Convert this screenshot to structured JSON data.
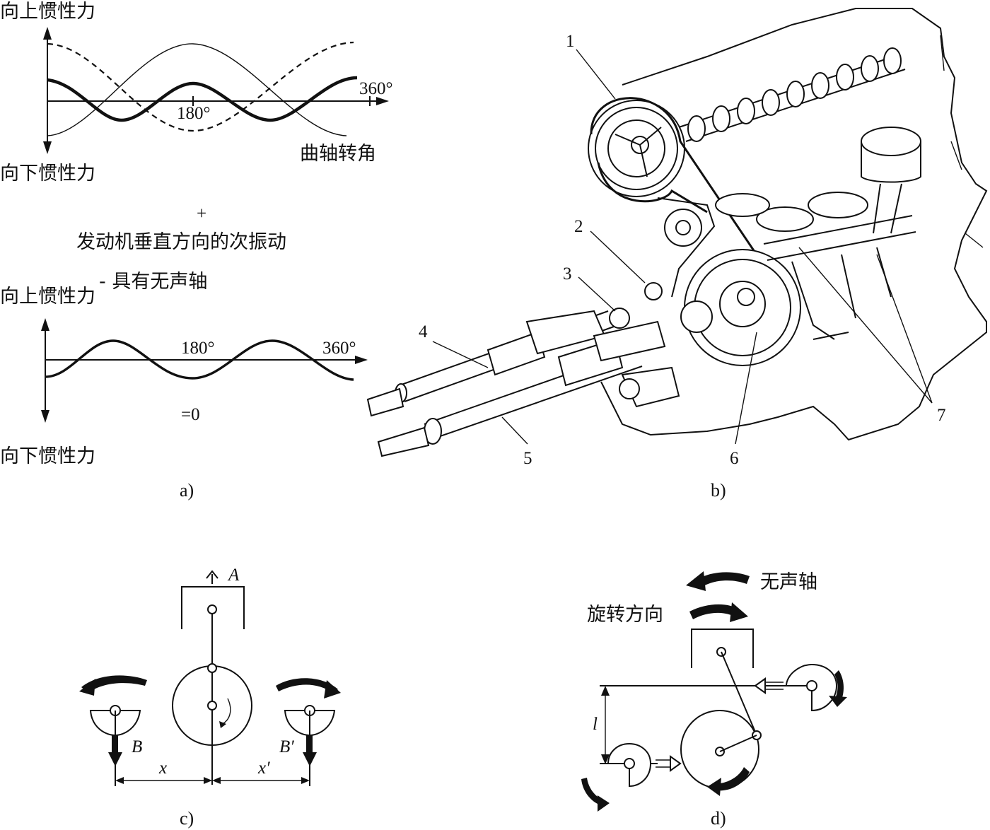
{
  "panel_a": {
    "label_up_1": "向上惯性力",
    "label_down_1": "向下惯性力",
    "tick_180_1": "180°",
    "tick_360_1": "360°",
    "crank_angle": "曲轴转角",
    "plus": "+",
    "secondary_vibration": "发动机垂直方向的次振动",
    "minus_silent_shaft": "- 具有无声轴",
    "label_up_2": "向上惯性力",
    "label_down_2": "向下惯性力",
    "tick_180_2": "180°",
    "tick_360_2": "360°",
    "equals_zero": "=0",
    "caption": "a)"
  },
  "panel_b": {
    "callouts": [
      "1",
      "2",
      "3",
      "4",
      "5",
      "6",
      "7"
    ],
    "caption": "b)"
  },
  "panel_c": {
    "force_label": "A",
    "left_weight_label": "B",
    "right_weight_label": "B′",
    "left_distance": "x",
    "right_distance": "x′",
    "caption": "c)"
  },
  "panel_d": {
    "silent_shaft": "无声轴",
    "rotation_direction": "旋转方向",
    "offset_label": "l",
    "caption": "d)"
  },
  "colors": {
    "ink": "#111111",
    "paper": "#ffffff"
  }
}
